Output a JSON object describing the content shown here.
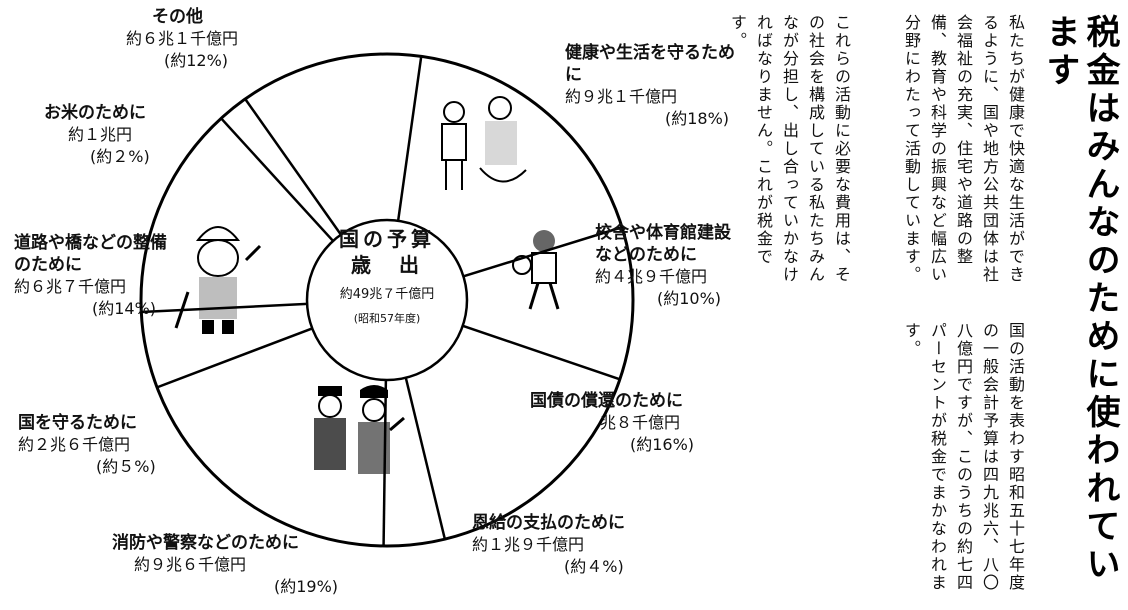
{
  "heading": "税金はみんなのために使われています",
  "center": {
    "title": "国の予算",
    "subtitle": "歳　出",
    "total": "約49兆７千億円",
    "year": "(昭和57年度)"
  },
  "paragraphs": [
    "私たちが健康で快適な生活ができるように、国や地方公共団体は社会福祉の充実、住宅や道路の整備、教育や科学の振興など幅広い分野にわたって活動しています。",
    "これらの活動に必要な費用は、その社会を構成している私たちみんなが分担し、出し合っていかなければなりません。これが税金です。",
    "国の活動を表わす昭和五十七年度の一般会計予算は四九兆六、八〇八億円ですが、このうちの約七四パーセントが税金でまかなわれます。"
  ],
  "chart_data": {
    "type": "pie",
    "title": "国の予算 歳出",
    "slices": [
      {
        "label": "健康や生活を守るために",
        "amount": "約９兆１千億円",
        "pct_text": "(約18%)",
        "value": 18
      },
      {
        "label": "校舎や体育館建設などのために",
        "amount": "約４兆９千億円",
        "pct_text": "(約10%)",
        "value": 10
      },
      {
        "label": "国債の償還のために",
        "amount": "兆８千億円",
        "pct_text": "(約16%)",
        "value": 16
      },
      {
        "label": "恩給の支払のために",
        "amount": "約１兆９千億円",
        "pct_text": "(約４%)",
        "value": 4
      },
      {
        "label": "消防や警察などのために",
        "amount": "約９兆６千億円",
        "pct_text": "(約19%)",
        "value": 19
      },
      {
        "label": "国を守るために",
        "amount": "約２兆６千億円",
        "pct_text": "(約５%)",
        "value": 5
      },
      {
        "label": "道路や橋などの整備のために",
        "amount": "約６兆７千億円",
        "pct_text": "(約14%)",
        "value": 14
      },
      {
        "label": "お米のために",
        "amount": "約１兆円",
        "pct_text": "(約２%)",
        "value": 2
      },
      {
        "label": "その他",
        "amount": "約６兆１千億円",
        "pct_text": "(約12%)",
        "value": 12
      }
    ]
  }
}
